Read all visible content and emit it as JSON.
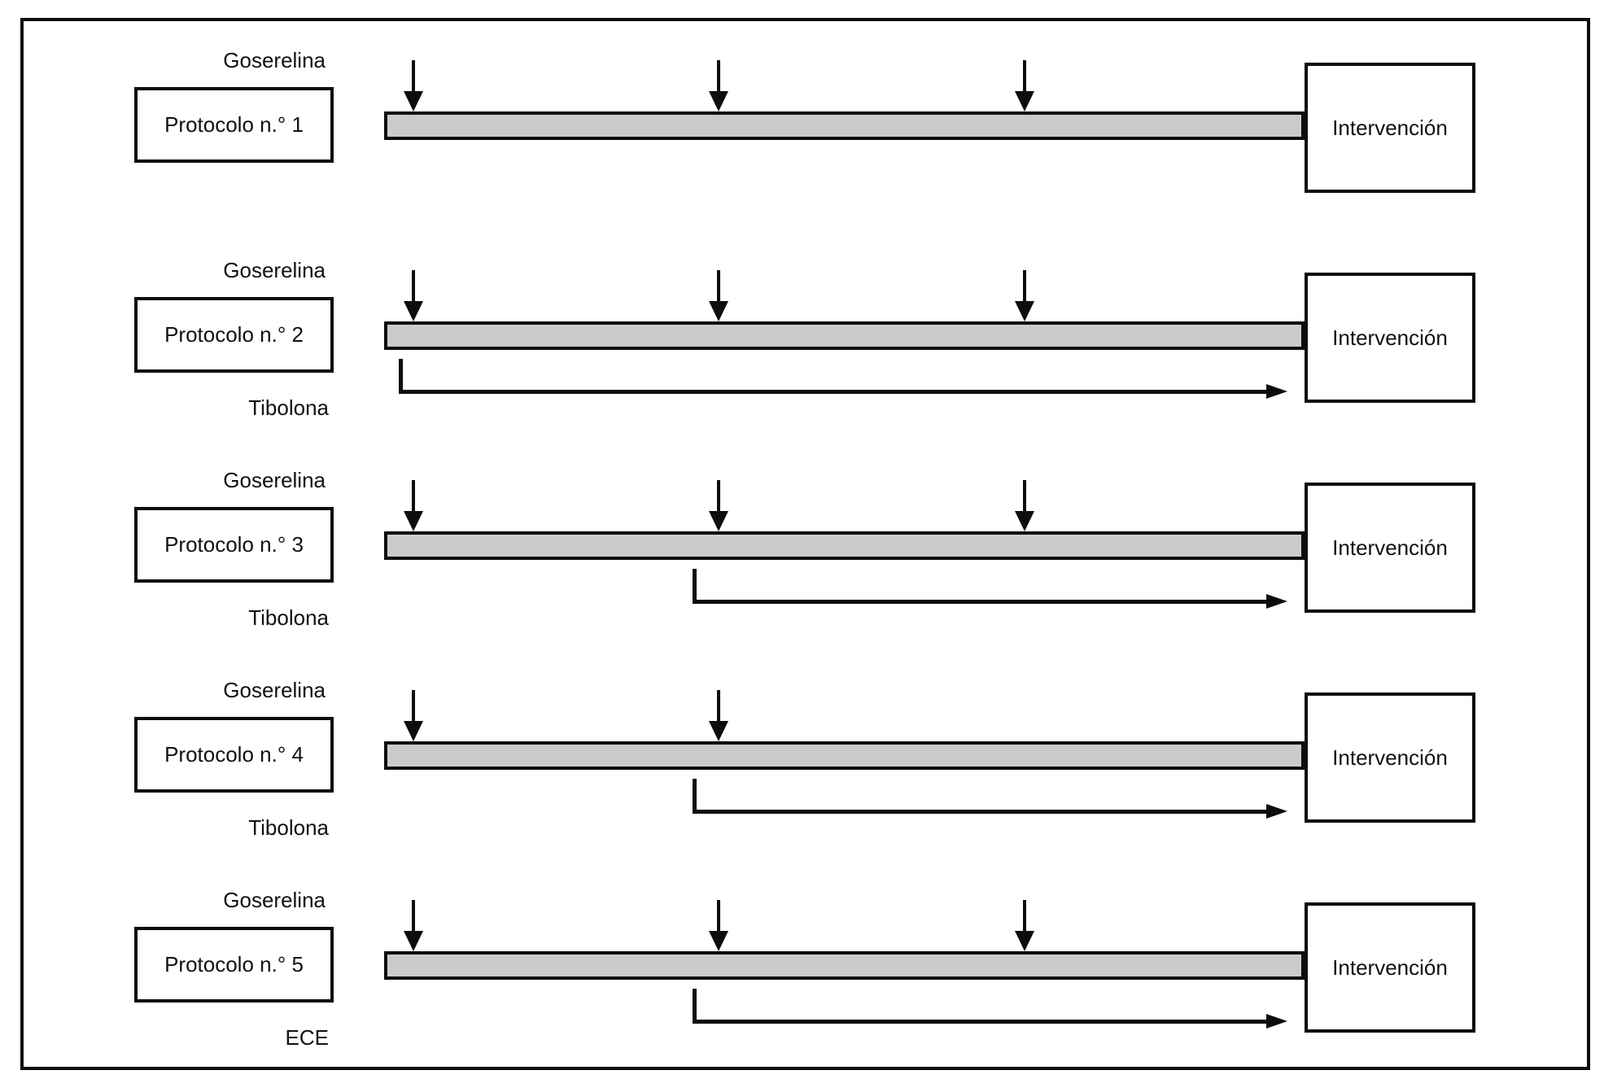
{
  "figure": {
    "title": "Treatment protocols diagram",
    "colors": {
      "background": "#ffffff",
      "bar_fill": "#cbcbcb",
      "line": "#0d0d0d",
      "text": "#111111"
    },
    "rows": [
      {
        "protocol_label": "Protocolo n.° 1",
        "top_drug_label": "Goserelina",
        "injection_count": 3,
        "secondary_drug_label": null,
        "secondary_start_injection": null,
        "outcome_label": "Intervención"
      },
      {
        "protocol_label": "Protocolo n.° 2",
        "top_drug_label": "Goserelina",
        "injection_count": 3,
        "secondary_drug_label": "Tibolona",
        "secondary_start_injection": 1,
        "outcome_label": "Intervención"
      },
      {
        "protocol_label": "Protocolo n.° 3",
        "top_drug_label": "Goserelina",
        "injection_count": 3,
        "secondary_drug_label": "Tibolona",
        "secondary_start_injection": 2,
        "outcome_label": "Intervención"
      },
      {
        "protocol_label": "Protocolo n.° 4",
        "top_drug_label": "Goserelina",
        "injection_count": 2,
        "secondary_drug_label": "Tibolona",
        "secondary_start_injection": 2,
        "outcome_label": "Intervención"
      },
      {
        "protocol_label": "Protocolo n.° 5",
        "top_drug_label": "Goserelina",
        "injection_count": 3,
        "secondary_drug_label": "ECE",
        "secondary_start_injection": 2,
        "outcome_label": "Intervención"
      }
    ]
  }
}
